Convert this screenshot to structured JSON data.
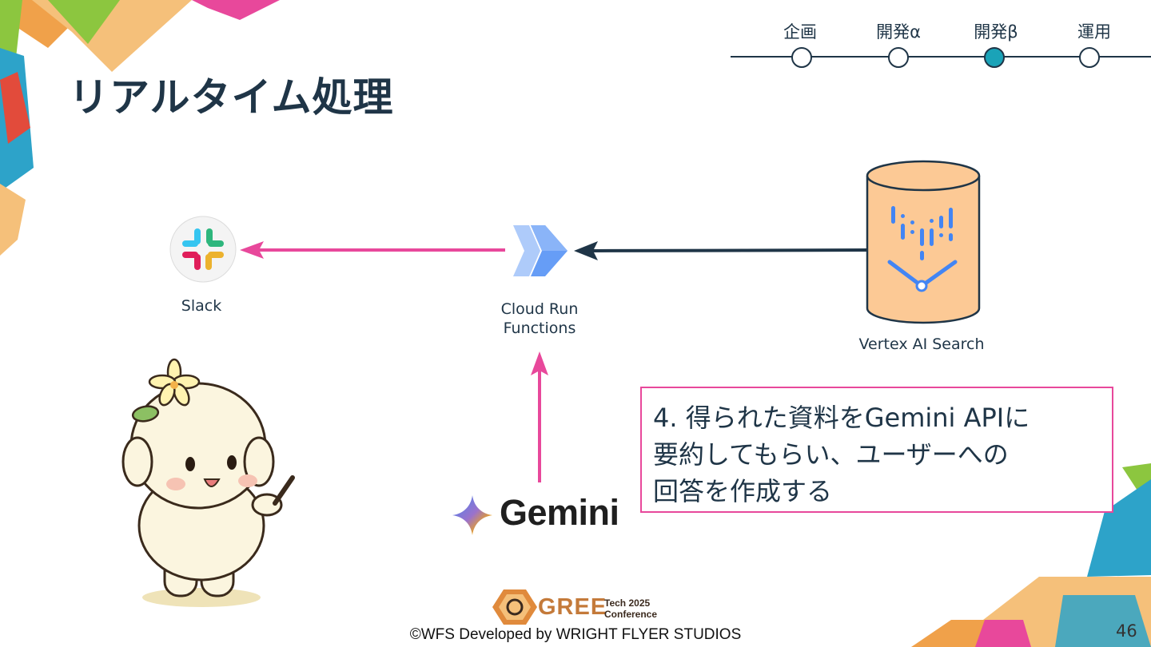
{
  "title": "リアルタイム処理",
  "progress": {
    "steps": [
      "企画",
      "開発α",
      "開発β",
      "運用"
    ],
    "active_index": 2,
    "active_color": "#1aa3b8"
  },
  "nodes": {
    "slack": "Slack",
    "cloud_run": [
      "Cloud Run",
      "Functions"
    ],
    "vertex": "Vertex AI Search",
    "gemini": "Gemini"
  },
  "callout": {
    "lines": [
      "4. 得られた資料をGemini APIに",
      "要約してもらい、ユーザーへの",
      "回答を作成する"
    ],
    "border_color": "#e8489b"
  },
  "arrow_colors": {
    "pink": "#e8489b",
    "dark": "#1f3547"
  },
  "footer": {
    "logo_gree": "GREE",
    "logo_tech": "Tech",
    "logo_year": "2025",
    "logo_conference": "Conference",
    "copyright": "©WFS Developed by WRIGHT FLYER STUDIOS",
    "page_number": "46"
  }
}
